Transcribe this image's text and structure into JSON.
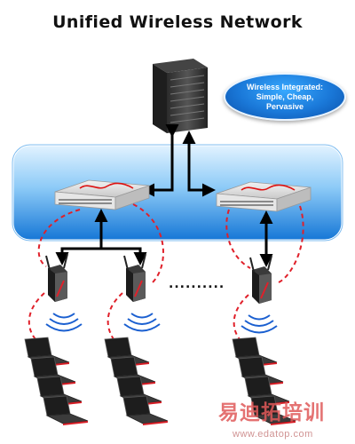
{
  "diagram": {
    "title": "Unified Wireless Network",
    "callout": {
      "lines": [
        "Wireless Integrated:",
        "Simple, Cheap,",
        "Pervasive"
      ]
    },
    "ellipsis": "..........",
    "nodes": [
      {
        "id": "server",
        "icon": "server-rack-icon"
      },
      {
        "id": "switch-left",
        "icon": "network-switch-icon"
      },
      {
        "id": "switch-right",
        "icon": "network-switch-icon"
      },
      {
        "id": "ap-1",
        "icon": "wireless-access-point-icon"
      },
      {
        "id": "ap-2",
        "icon": "wireless-access-point-icon"
      },
      {
        "id": "ap-3",
        "icon": "wireless-access-point-icon"
      },
      {
        "id": "laptops-1",
        "icon": "laptop-stack-icon"
      },
      {
        "id": "laptops-2",
        "icon": "laptop-stack-icon"
      },
      {
        "id": "laptops-3",
        "icon": "laptop-stack-icon"
      }
    ],
    "colors": {
      "band_light": "#cfeaff",
      "band_dark": "#1687e6",
      "link_wired": "#000000",
      "link_wireless": "#e0202a",
      "signal": "#1a5fd0"
    }
  },
  "watermark": {
    "chinese": "易迪拓培训",
    "url": "www.edatop.com"
  }
}
